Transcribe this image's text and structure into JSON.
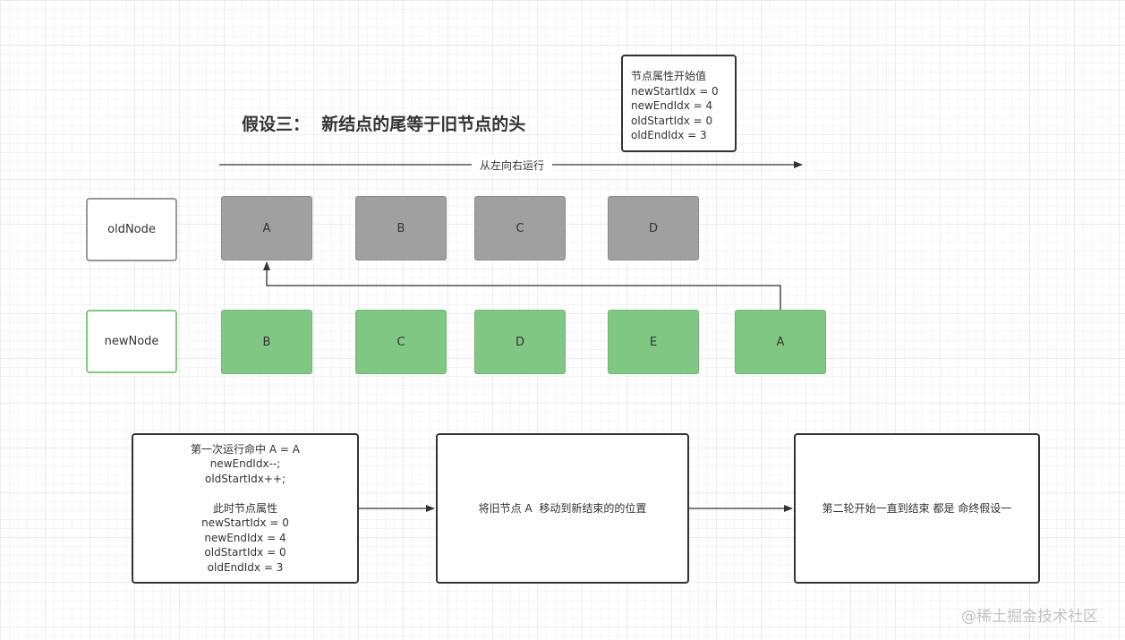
{
  "title": "假设三：  新结点的尾等于旧节点的头",
  "info_box": {
    "lines": [
      "节点属性开始值",
      "newStartIdx = 0",
      "newEndIdx = 4",
      "oldStartIdx = 0",
      "oldEndIdx = 3"
    ]
  },
  "direction_label": "从左向右运行",
  "old_row": {
    "label": "oldNode",
    "nodes": [
      "A",
      "B",
      "C",
      "D"
    ]
  },
  "new_row": {
    "label": "newNode",
    "nodes": [
      "B",
      "C",
      "D",
      "E",
      "A"
    ]
  },
  "steps": {
    "step1_lines": [
      "第一次运行命中 A = A",
      "newEndIdx--;",
      "oldStartIdx++;",
      "",
      "此时节点属性",
      "newStartIdx = 0",
      "newEndIdx = 4",
      "oldStartIdx = 0",
      "oldEndIdx = 3"
    ],
    "step2": "将旧节点 A  移动到新结束的的位置",
    "step3": "第二轮开始一直到结束 都是 命终假设一"
  },
  "watermark": "@稀土掘金技术社区",
  "colors": {
    "old_node_fill": "#a0a0a0",
    "new_node_fill": "#81c784",
    "connector": "#333333"
  }
}
